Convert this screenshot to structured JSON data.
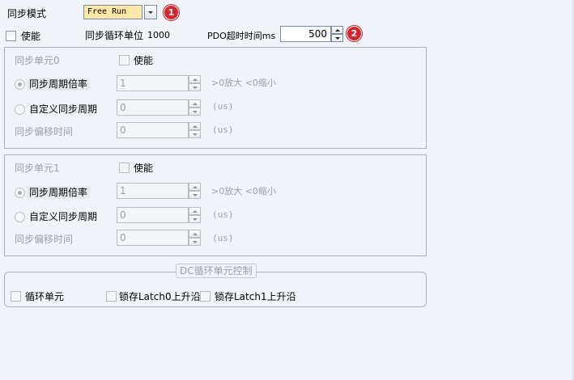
{
  "sync_mode": {
    "label": "同步模式",
    "value": "Free Run",
    "badge": "1"
  },
  "enable_main": {
    "label": "使能"
  },
  "sync_cycle_unit": {
    "label": "同步循环单位",
    "value": "1000"
  },
  "pdo_timeout": {
    "label": "PDO超时时间ms",
    "value": "500",
    "badge": "2"
  },
  "unit0": {
    "title": "同步单元0",
    "enable_label": "使能",
    "ratio_label": "同步周期倍率",
    "ratio_value": "1",
    "ratio_hint": ">0放大 <0缩小",
    "custom_label": "自定义同步周期",
    "custom_value": "0",
    "custom_unit": "(us)",
    "offset_label": "同步偏移时间",
    "offset_value": "0",
    "offset_unit": "(us)"
  },
  "unit1": {
    "title": "同步单元1",
    "enable_label": "使能",
    "ratio_label": "同步周期倍率",
    "ratio_value": "1",
    "ratio_hint": ">0放大 <0缩小",
    "custom_label": "自定义同步周期",
    "custom_value": "0",
    "custom_unit": "(us)",
    "offset_label": "同步偏移时间",
    "offset_value": "0",
    "offset_unit": "(us)"
  },
  "dc_control": {
    "title": "DC循环单元控制",
    "cyclic_unit_label": "循环单元",
    "latch0_label": "锁存Latch0上升沿",
    "latch1_label": "锁存Latch1上升沿"
  },
  "colors": {
    "combo_bg": "#fde8a8",
    "badge": "#d7262b",
    "panel_border": "#aab4bf",
    "background": "#f0f4f8"
  }
}
